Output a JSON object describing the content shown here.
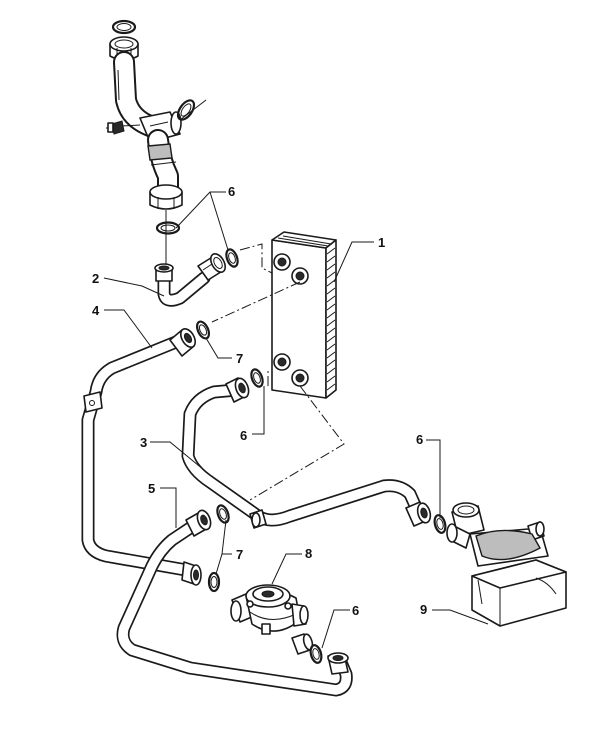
{
  "callouts": [
    {
      "id": "c1",
      "label": "1"
    },
    {
      "id": "c2",
      "label": "2"
    },
    {
      "id": "c3",
      "label": "3"
    },
    {
      "id": "c4",
      "label": "4"
    },
    {
      "id": "c5",
      "label": "5"
    },
    {
      "id": "c6a",
      "label": "6"
    },
    {
      "id": "c6b",
      "label": "6"
    },
    {
      "id": "c6c",
      "label": "6"
    },
    {
      "id": "c6d",
      "label": "6"
    },
    {
      "id": "c7a",
      "label": "7"
    },
    {
      "id": "c7b",
      "label": "7"
    },
    {
      "id": "c8",
      "label": "8"
    },
    {
      "id": "c9",
      "label": "9"
    }
  ],
  "colors": {
    "line": "#1a1a1a",
    "shade": "#bdbdbd",
    "background": "#ffffff"
  }
}
